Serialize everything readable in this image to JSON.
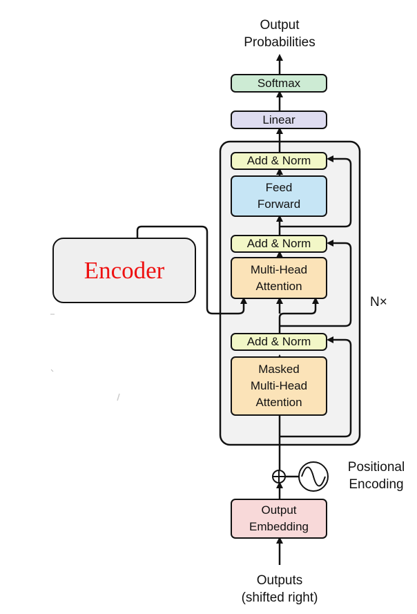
{
  "labels": {
    "output_probabilities": [
      "Output",
      "Probabilities"
    ],
    "softmax": "Softmax",
    "linear": "Linear",
    "add_norm": "Add & Norm",
    "feed_forward": [
      "Feed",
      "Forward"
    ],
    "multi_head_attention": [
      "Multi-Head",
      "Attention"
    ],
    "masked_multi_head_attention": [
      "Masked",
      "Multi-Head",
      "Attention"
    ],
    "encoder": "Encoder",
    "nx": "N×",
    "positional_encoding": [
      "Positional",
      "Encoding"
    ],
    "output_embedding": [
      "Output",
      "Embedding"
    ],
    "outputs": [
      "Outputs",
      "(shifted right)"
    ]
  },
  "colors": {
    "softmax": "#cdebd4",
    "linear": "#dedcf0",
    "add_norm": "#f2f7c7",
    "feed_forward": "#c6e5f5",
    "attention": "#fbe3b8",
    "embedding": "#f8d9d9",
    "decoder_block": "#f2f2f2",
    "encoder_block": "#efefef",
    "encoder_text": "#ee1111"
  }
}
